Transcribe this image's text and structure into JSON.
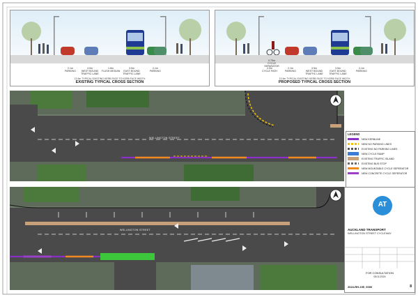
{
  "existing_section": {
    "title": "EXISTING TYPICAL CROSS SECTION",
    "lanes": [
      {
        "width": "2.1m",
        "name": "PARKING"
      },
      {
        "width": "4.0m",
        "name": "WEST BOUND TRAFFIC LANE"
      },
      {
        "width": "1.8m",
        "name": "FLUSH MEDIAN"
      },
      {
        "width": "3.9m",
        "name": "EAST BOUND TRAFFIC LANE"
      },
      {
        "width": "2.1m",
        "name": "PARKING"
      }
    ],
    "width_note": "13.9m TYPICAL EXISTING KERB FACE TO KERB FACE WIDTH"
  },
  "proposed_section": {
    "title": "PROPOSED TYPICAL CROSS SECTION",
    "separator": {
      "width": "0.75m",
      "name": "CYCLE SEPARATOR"
    },
    "lanes": [
      {
        "width": "2.0m",
        "name": "CYCLE PATH"
      },
      {
        "width": "2.1m",
        "name": "PARKING"
      },
      {
        "width": "3.5m",
        "name": "WEST BOUND TRAFFIC LANE"
      },
      {
        "width": "3.5m",
        "name": "EAST BOUND TRAFFIC LANE"
      },
      {
        "width": "2.1m",
        "name": "PARKING"
      }
    ],
    "width_note": "13.9m TYPICAL EXISTING KERB FACE TO KERB FACE WIDTH"
  },
  "plan": {
    "street_label": "WELLINGTON STREET"
  },
  "legend": {
    "title": "LEGEND",
    "items": [
      {
        "label": "NEW KERBLINE",
        "color": "#8b2fc9",
        "style": "line"
      },
      {
        "label": "NEW NO PARKING LINES",
        "color": "#f2c200",
        "style": "dash"
      },
      {
        "label": "EXISTING NO PARKING LINES",
        "color": "#555555",
        "style": "dash"
      },
      {
        "label": "NEW CYCLE RAMP",
        "color": "#3a7bd5",
        "style": "box"
      },
      {
        "label": "EXISTING TRAFFIC ISLAND",
        "color": "#c8a07a",
        "style": "box"
      },
      {
        "label": "EXISTING BUS STOP",
        "color": "#6b6b6b",
        "style": "dash"
      },
      {
        "label": "NEW MOUNTABLE CYCLE SEPERATOR",
        "color": "#f08a1c",
        "style": "line"
      },
      {
        "label": "NEW CONCRETE CYCLE SEPERATOR",
        "color": "#9b3fc9",
        "style": "line"
      }
    ]
  },
  "title_block": {
    "logo_text": "AT",
    "organisation": "AUCKLAND TRANSPORT",
    "project": "WELLINGTON STREET CYCLEWAY",
    "status": "FOR CONSULTATION",
    "version": "05/11/2024",
    "drawing_no": "2024-RH-195_0000",
    "sheet": "8"
  },
  "colors": {
    "accent": "#2a8fd8",
    "kerb_purple": "#8b2fc9",
    "separator_orange": "#f08a1c",
    "cycle_green": "#3cc63c",
    "island_brown": "#c8a07a"
  }
}
